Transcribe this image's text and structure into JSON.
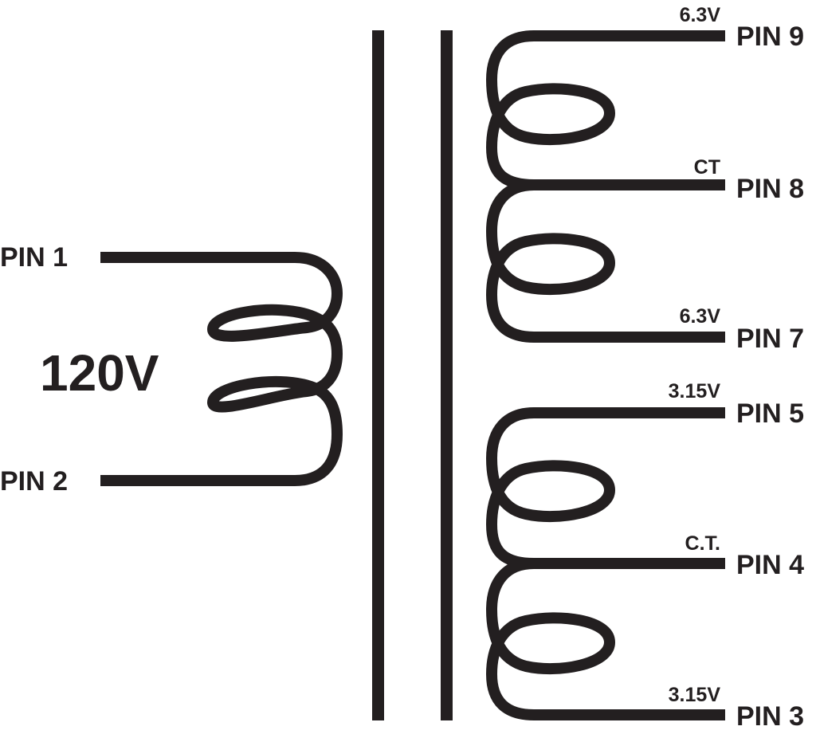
{
  "primary": {
    "voltage": "120V",
    "pins": [
      "PIN 1",
      "PIN 2"
    ]
  },
  "secondary_upper": {
    "pins": [
      "PIN 9",
      "PIN 8",
      "PIN 7"
    ],
    "taps": [
      "6.3V",
      "CT",
      "6.3V"
    ]
  },
  "secondary_lower": {
    "pins": [
      "PIN 5",
      "PIN 4",
      "PIN 3"
    ],
    "taps": [
      "3.15V",
      "C.T.",
      "3.15V"
    ]
  },
  "colors": {
    "ink": "#231f20",
    "background": "#ffffff"
  }
}
